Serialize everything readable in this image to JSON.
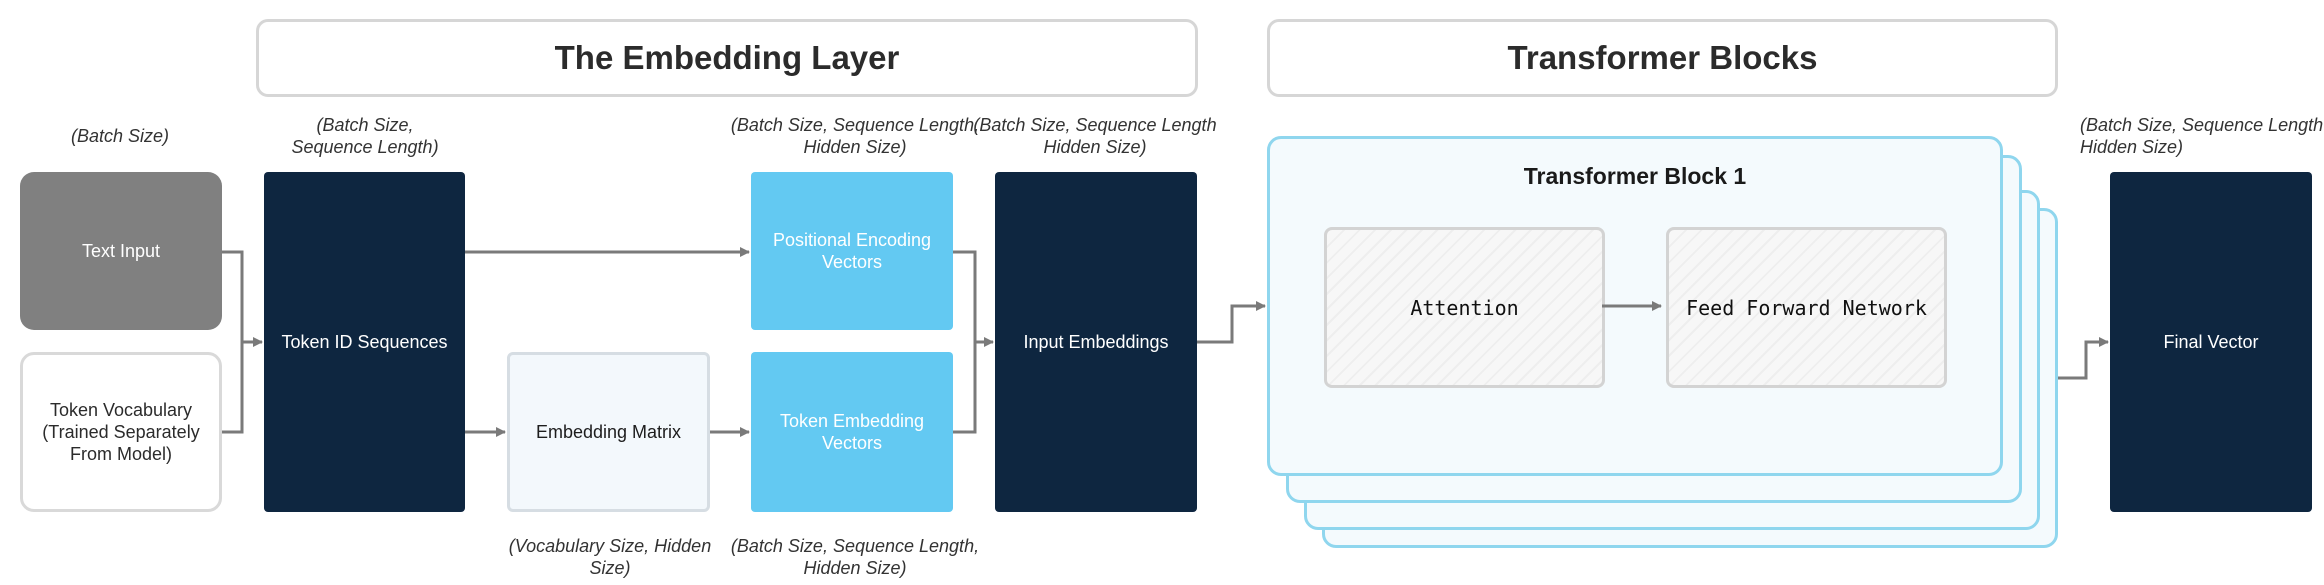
{
  "headers": {
    "embedding_layer": "The Embedding Layer",
    "transformer_blocks": "Transformer Blocks"
  },
  "dimensions": {
    "batch": "(Batch Size)",
    "batch_seq": "(Batch Size,\nSequence Length)",
    "positional": "(Batch Size, Sequence Length,\nHidden Size)",
    "input_embeddings": "(Batch Size, Sequence Length\nHidden Size)",
    "final": "(Batch Size, Sequence Length\nHidden Size)",
    "embedding_matrix": "(Vocabulary Size, Hidden\nSize)",
    "token_embedding": "(Batch Size, Sequence Length,\nHidden Size)"
  },
  "nodes": {
    "text_input": "Text Input",
    "token_vocabulary": "Token Vocabulary\n(Trained Separately\nFrom Model)",
    "token_id_sequences": "Token ID Sequences",
    "embedding_matrix": "Embedding Matrix",
    "positional_encoding": "Positional Encoding\nVectors",
    "token_embedding": "Token Embedding\nVectors",
    "input_embeddings": "Input Embeddings",
    "final_vector": "Final Vector"
  },
  "transformer_block": {
    "title": "Transformer Block 1",
    "attention": "Attention",
    "ffn": "Feed Forward Network"
  },
  "colors": {
    "navy": "#0e2640",
    "cyan": "#63c9f2",
    "gray": "#808080",
    "stack_border": "#8fd6ee",
    "connector": "#7a7a7a"
  }
}
